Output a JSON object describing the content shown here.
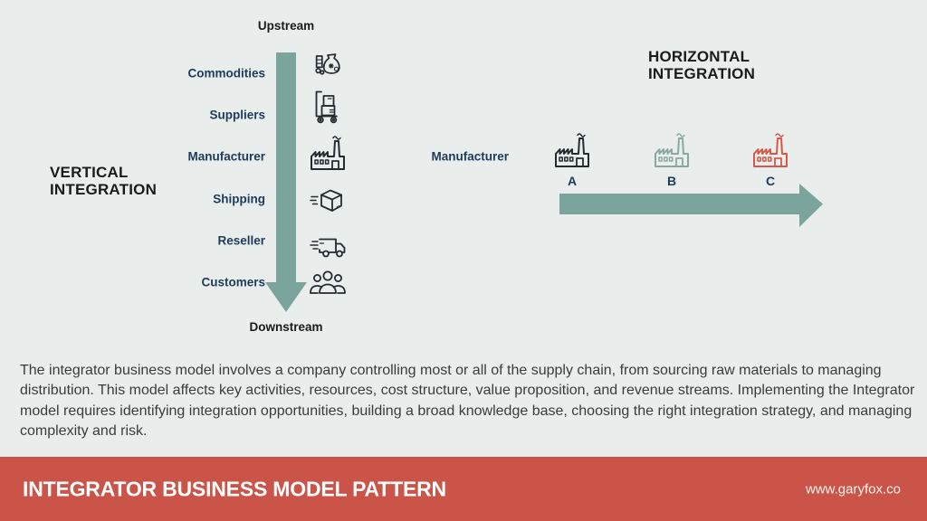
{
  "slide": {
    "background": "#e9eeec",
    "accent_green": "#7ba49d",
    "navy": "#1e3a5c",
    "footer_red": "#cb5448"
  },
  "vertical_integration": {
    "title": "VERTICAL\nINTEGRATION",
    "top_label": "Upstream",
    "bottom_label": "Downstream",
    "stages": [
      {
        "label": "Commodities",
        "icon": "raw-materials-icon"
      },
      {
        "label": "Suppliers",
        "icon": "hand-truck-icon"
      },
      {
        "label": "Manufacturer",
        "icon": "factory-icon"
      },
      {
        "label": "Shipping",
        "icon": "package-icon"
      },
      {
        "label": "Reseller",
        "icon": "delivery-truck-icon"
      },
      {
        "label": "Customers",
        "icon": "people-icon"
      }
    ]
  },
  "horizontal_integration": {
    "title": "HORIZONTAL\nINTEGRATION",
    "row_label": "Manufacturer",
    "companies": [
      {
        "label": "A",
        "color": "#242a31"
      },
      {
        "label": "B",
        "color": "#8aa8a1"
      },
      {
        "label": "C",
        "color": "#d65849"
      }
    ]
  },
  "description": "The integrator business model involves a company controlling most or all of the supply chain, from sourcing raw materials to managing distribution. This model affects key activities, resources, cost structure, value proposition, and revenue streams. Implementing the Integrator model requires identifying integration opportunities, building a broad knowledge base, choosing the right integration strategy, and managing complexity and risk.",
  "footer": {
    "title": "INTEGRATOR BUSINESS MODEL PATTERN",
    "website": "www.garyfox.co"
  }
}
